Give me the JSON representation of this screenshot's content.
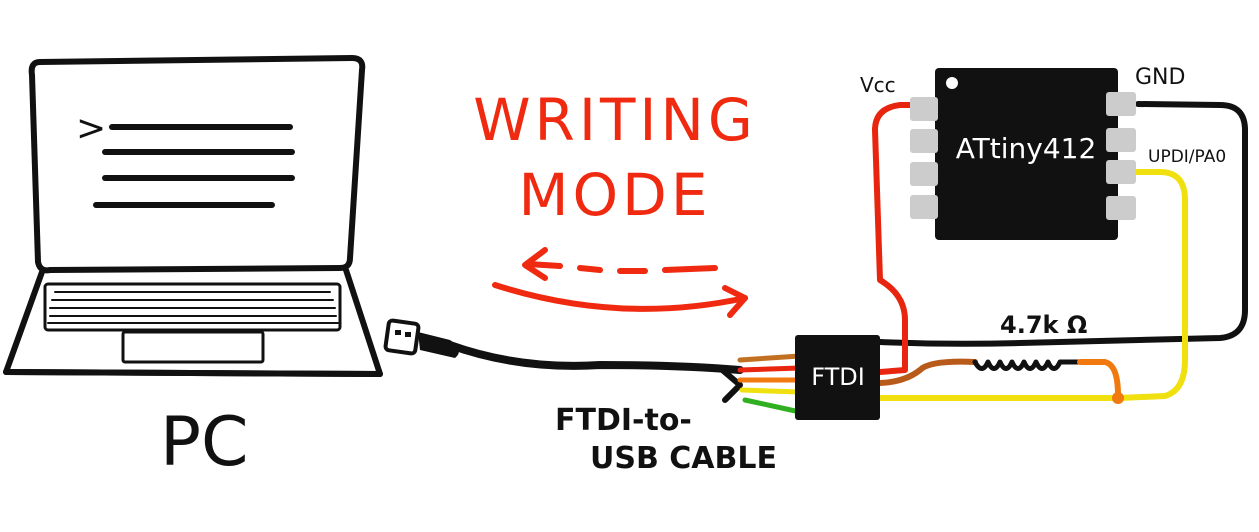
{
  "title": {
    "line1": "WRITING",
    "line2": "MODE"
  },
  "pc_label": "PC",
  "cable_label": {
    "line1": "FTDI-to-",
    "line2": "USB CABLE"
  },
  "ftdi_label": "FTDI",
  "chip": {
    "name": "ATtiny412",
    "pin_vcc": "Vcc",
    "pin_gnd": "GND",
    "pin_updi": "UPDI/PA0"
  },
  "resistor_label": "4.7k Ω",
  "terminal_prompt": ">",
  "colors": {
    "accent": "#f02a10",
    "vcc_wire": "#e8250f",
    "updi_wire": "#f0e010",
    "resistor_wire": "#b85a1a",
    "resistor_out": "#f07a10",
    "gnd_wire": "#111111",
    "pin": "#cccccc"
  }
}
